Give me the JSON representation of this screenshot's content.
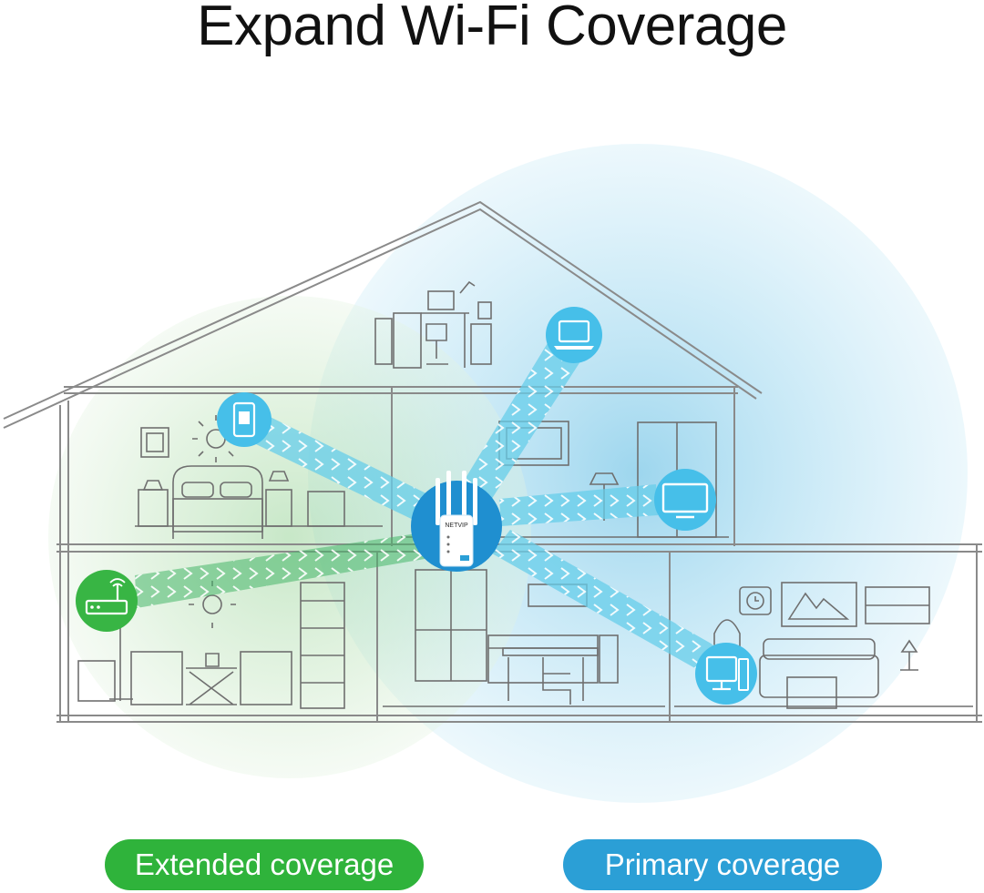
{
  "header": {
    "title": "Expand Wi-Fi Coverage"
  },
  "device": {
    "brand_label": "NETVIP"
  },
  "legend": {
    "extended_label": "Extended coverage",
    "primary_label": "Primary coverage"
  },
  "colors": {
    "extended": "#2fb33b",
    "primary": "#2b9fd6",
    "extended_zone": "#9ad49a",
    "primary_zone": "#7cc8e8",
    "device_bg": "#1f8fd0",
    "icon_bg": "#46bfe9",
    "router_bg": "#38b544",
    "beam": "#67cde9",
    "line": "#8a8a8a"
  },
  "icons": {
    "router": "wifi-router-icon",
    "phone": "smartphone-icon",
    "laptop": "laptop-icon",
    "tv": "tv-icon",
    "desktop": "desktop-computer-icon",
    "extender": "wifi-extender-icon"
  }
}
